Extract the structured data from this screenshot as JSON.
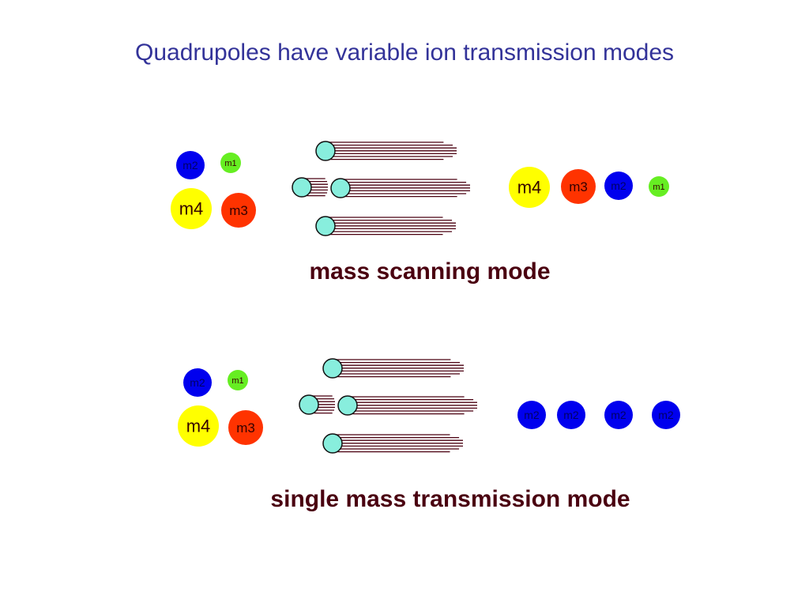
{
  "title": "Quadrupoles have variable ion transmission modes",
  "colors": {
    "m1": "#66ee22",
    "m2": "#0000ee",
    "m3": "#ff3300",
    "m4": "#ffff00",
    "rod": "#88eedd",
    "rod_lines": "#4a0010"
  },
  "panels": [
    {
      "caption": "mass scanning mode",
      "input_ions": [
        "m2",
        "m1",
        "m4",
        "m3"
      ],
      "output_ions": [
        "m4",
        "m3",
        "m2",
        "m1"
      ]
    },
    {
      "caption": "single mass transmission mode",
      "input_ions": [
        "m2",
        "m1",
        "m4",
        "m3"
      ],
      "output_ions": [
        "m2",
        "m2",
        "m2",
        "m2"
      ]
    }
  ]
}
